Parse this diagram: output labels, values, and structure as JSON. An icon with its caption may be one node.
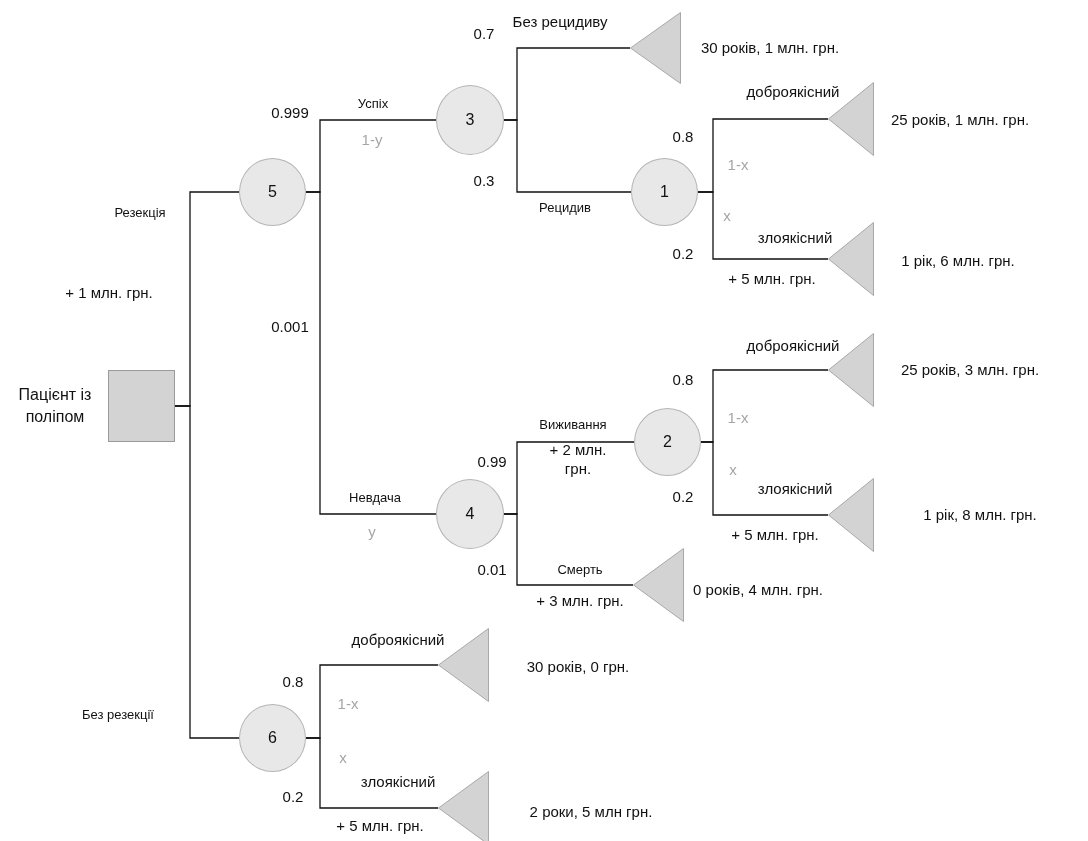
{
  "diagram": {
    "nodes": [
      {
        "text": [
          "Пацієнт із поліпом"
        ]
      },
      {
        "text": [
          "5"
        ]
      },
      {
        "text": [
          "3"
        ]
      },
      {
        "text": [],
        "shape": "triangle",
        "beside": [
          "30 років, 1 млн. грн."
        ]
      },
      {
        "text": [
          "1"
        ]
      },
      {
        "text": [],
        "shape": "triangle",
        "beside": [
          "25 років, 1 млн. грн."
        ]
      },
      {
        "text": [],
        "shape": "triangle",
        "beside": [
          "1 рік, 6 млн. грн."
        ]
      },
      {
        "text": [
          "4"
        ]
      },
      {
        "text": [
          "2"
        ]
      },
      {
        "text": [],
        "shape": "triangle",
        "beside": [
          "25 років, 3 млн. грн."
        ]
      },
      {
        "text": [],
        "shape": "triangle",
        "beside": [
          "1 рік, 8 млн. грн."
        ]
      },
      {
        "text": [],
        "shape": "triangle",
        "beside": [
          "0 років, 4 млн. грн."
        ]
      },
      {
        "text": [
          "6"
        ]
      },
      {
        "text": [],
        "shape": "triangle",
        "beside": [
          "30 років, 0 грн."
        ]
      },
      {
        "text": [],
        "shape": "triangle",
        "beside": [
          "2 роки, 5 млн грн."
        ]
      }
    ],
    "edges": [
      {
        "from": 0,
        "to": 1,
        "arrow": "none",
        "label": "Резекція"
      },
      {
        "from": 0,
        "to": 12,
        "arrow": "none",
        "label": "Без резекції"
      },
      {
        "from": 1,
        "to": 2,
        "arrow": "none",
        "label": "Успіх"
      },
      {
        "from": 1,
        "to": 7,
        "arrow": "none",
        "label": "Невдача"
      },
      {
        "from": 2,
        "to": 3,
        "arrow": "none",
        "label": "Без рецидиву"
      },
      {
        "from": 2,
        "to": 4,
        "arrow": "none",
        "label": "Рецидив"
      },
      {
        "from": 4,
        "to": 5,
        "arrow": "none",
        "label": "доброякісний"
      },
      {
        "from": 4,
        "to": 6,
        "arrow": "none",
        "label": "злоякісний"
      },
      {
        "from": 7,
        "to": 8,
        "arrow": "none",
        "label": "Виживання"
      },
      {
        "from": 7,
        "to": 11,
        "arrow": "none",
        "label": "Смерть"
      },
      {
        "from": 8,
        "to": 9,
        "arrow": "none",
        "label": "доброякісний"
      },
      {
        "from": 8,
        "to": 10,
        "arrow": "none",
        "label": "злоякісний"
      },
      {
        "from": 12,
        "to": 13,
        "arrow": "none",
        "label": "доброякісний"
      },
      {
        "from": 12,
        "to": 14,
        "arrow": "none",
        "label": "злоякісний"
      }
    ],
    "labels": [
      "+ 1 млн. грн.",
      "0.999",
      "1-y",
      "0.001",
      "y",
      "0.7",
      "0.3",
      "0.8",
      "1-x",
      "x",
      "0.2",
      "+ 5 млн. грн.",
      "0.99",
      "+ 2 млн. грн.",
      "0.8",
      "1-x",
      "x",
      "0.2",
      "+ 5 млн. грн.",
      "0.01",
      "+ 3 млн. грн.",
      "0.8",
      "1-x",
      "x",
      "0.2",
      "+ 5 млн. грн."
    ]
  }
}
